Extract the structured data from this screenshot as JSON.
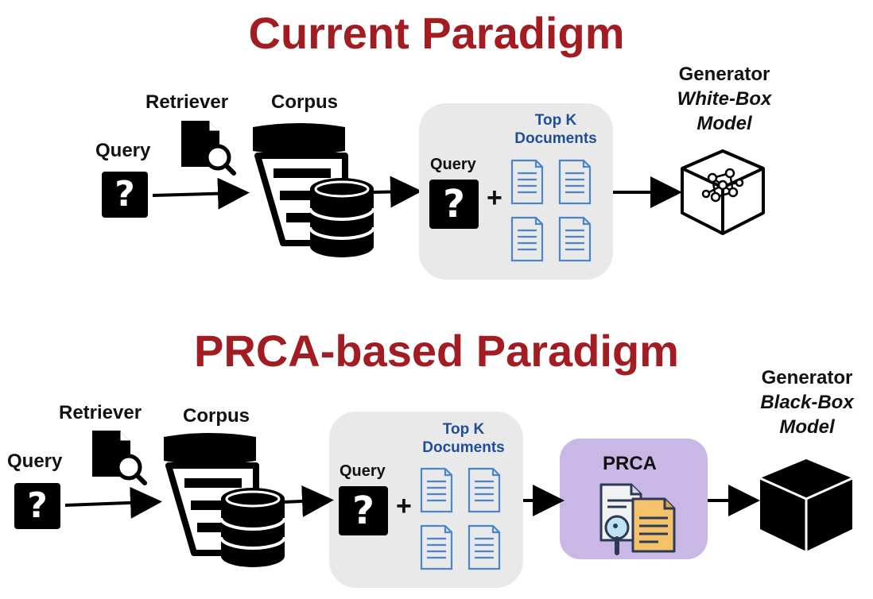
{
  "current": {
    "title": "Current Paradigm",
    "query_label": "Query",
    "retriever_label": "Retriever",
    "corpus_label": "Corpus",
    "panel_query_label": "Query",
    "topk_line1": "Top K",
    "topk_line2": "Documents",
    "generator_label": "Generator",
    "model_type": "White-Box",
    "model_label": "Model",
    "question_glyph": "?",
    "plus": "+"
  },
  "prca": {
    "title": "PRCA-based Paradigm",
    "query_label": "Query",
    "retriever_label": "Retriever",
    "corpus_label": "Corpus",
    "panel_query_label": "Query",
    "topk_line1": "Top K",
    "topk_line2": "Documents",
    "prca_label": "PRCA",
    "generator_label": "Generator",
    "model_type": "Black-Box",
    "model_label": "Model",
    "question_glyph": "?",
    "plus": "+"
  },
  "colors": {
    "title": "#A21C22",
    "doc_blue": "#4A86C8",
    "panel_gray": "#E9E9EA",
    "prca_purple": "#C9B8E6"
  }
}
